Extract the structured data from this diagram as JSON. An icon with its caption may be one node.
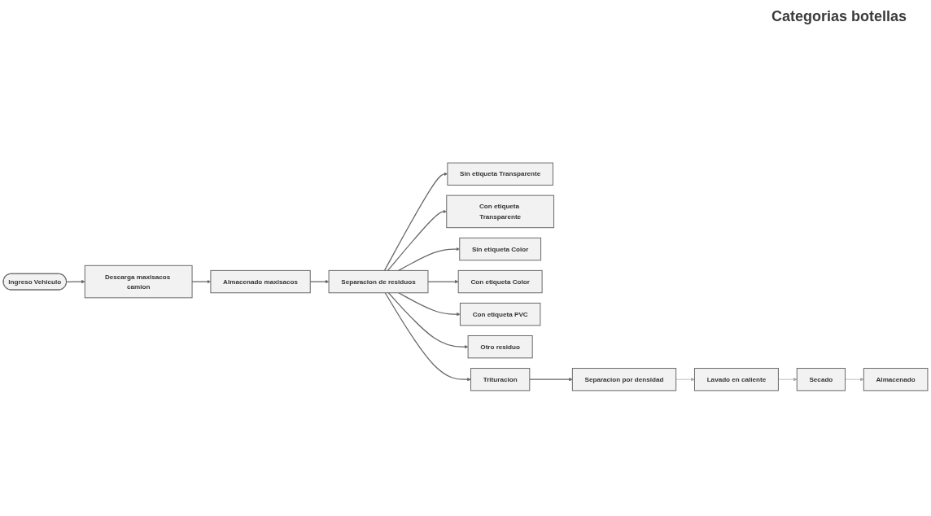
{
  "diagram": {
    "nodes": [
      {
        "text": [
          "Ingreso Vehiculo"
        ]
      },
      {
        "text": [
          "Descarga maxisacos camion"
        ]
      },
      {
        "text": [
          "Almacenado maxisacos"
        ]
      },
      {
        "text": [
          "Separacion de residuos"
        ]
      },
      {
        "text": [
          "Sin etiqueta Transparente"
        ]
      },
      {
        "text": [
          "Con etiqueta Transparente"
        ]
      },
      {
        "text": [
          "Sin etiqueta Color"
        ]
      },
      {
        "text": [
          "Con etiqueta Color"
        ]
      },
      {
        "text": [
          "Con etiqueta PVC"
        ]
      },
      {
        "text": [
          "Otro residuo"
        ]
      },
      {
        "text": [
          "Trituracion"
        ]
      },
      {
        "text": [
          "Separacion por densidad"
        ]
      },
      {
        "text": [
          "Lavado en caliente"
        ]
      },
      {
        "text": [
          "Secado"
        ]
      },
      {
        "text": [
          "Almacenado"
        ]
      }
    ],
    "edges": [
      {
        "from": 0,
        "to": 1,
        "arrow": "to"
      },
      {
        "from": 1,
        "to": 2,
        "arrow": "to"
      },
      {
        "from": 2,
        "to": 3,
        "arrow": "to"
      },
      {
        "from": 3,
        "to": 4,
        "arrow": "to"
      },
      {
        "from": 3,
        "to": 5,
        "arrow": "to"
      },
      {
        "from": 3,
        "to": 6,
        "arrow": "to"
      },
      {
        "from": 3,
        "to": 7,
        "arrow": "to"
      },
      {
        "from": 3,
        "to": 8,
        "arrow": "to"
      },
      {
        "from": 3,
        "to": 9,
        "arrow": "to"
      },
      {
        "from": 3,
        "to": 10,
        "arrow": "to"
      },
      {
        "from": 10,
        "to": 11,
        "arrow": "to"
      },
      {
        "from": 11,
        "to": 12,
        "arrow": "to",
        "color": "#a6a6a6"
      },
      {
        "from": 12,
        "to": 13,
        "arrow": "to",
        "color": "#a6a6a6"
      },
      {
        "from": 13,
        "to": 14,
        "arrow": "to",
        "color": "#a6a6a6"
      }
    ],
    "labels": [
      "Categorias botellas"
    ]
  }
}
